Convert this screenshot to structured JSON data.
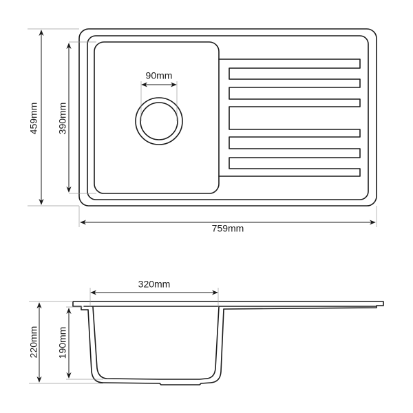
{
  "top_view": {
    "total_depth_label": "459mm",
    "bowl_depth_label": "390mm",
    "drain_diameter_label": "90mm",
    "total_width_label": "759mm"
  },
  "side_view": {
    "bowl_width_label": "320mm",
    "total_height_label": "220mm",
    "bowl_height_label": "190mm"
  },
  "colors": {
    "line": "#1a1a1a",
    "extension_line": "#9a9a9a",
    "background": "#ffffff"
  }
}
